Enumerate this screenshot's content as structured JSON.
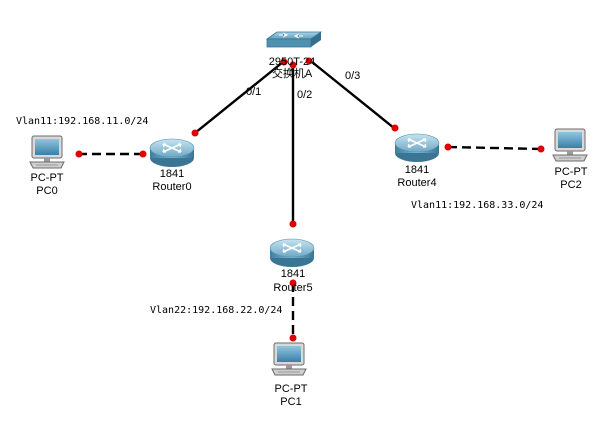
{
  "devices": {
    "switch": {
      "model": "2950T-24",
      "name": "交换机A",
      "icon": "switch-icon"
    },
    "router0": {
      "model": "1841",
      "name": "Router0",
      "icon": "router-icon"
    },
    "router4": {
      "model": "1841",
      "name": "Router4",
      "icon": "router-icon"
    },
    "router5": {
      "model": "1841",
      "name": "Router5",
      "icon": "router-icon"
    },
    "pc0": {
      "model": "PC-PT",
      "name": "PC0",
      "icon": "pc-icon"
    },
    "pc1": {
      "model": "PC-PT",
      "name": "PC1",
      "icon": "pc-icon"
    },
    "pc2": {
      "model": "PC-PT",
      "name": "PC2",
      "icon": "pc-icon"
    }
  },
  "ports": {
    "p01": "0/1",
    "p02": "0/2",
    "p03": "0/3"
  },
  "vlans": {
    "v11_left": "Vlan11:192.168.11.0/24",
    "v22": "Vlan22:192.168.22.0/24",
    "v11_right": "Vlan11:192.168.33.0/24"
  },
  "colors": {
    "link": "#000000",
    "endpoint": "#e00000",
    "device_body": "#4a8fb0"
  }
}
